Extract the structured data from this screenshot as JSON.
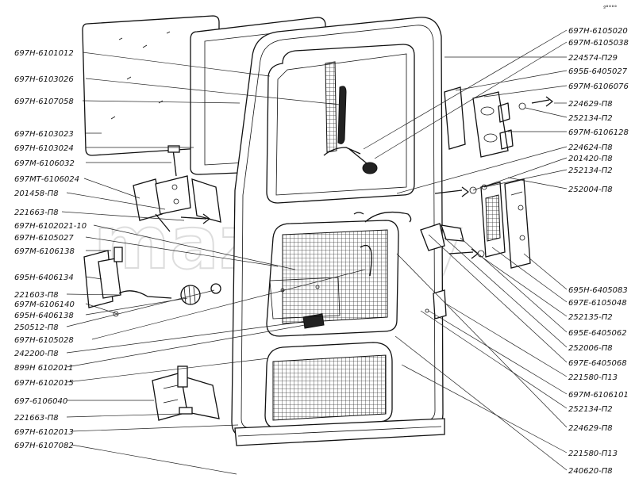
{
  "labels_left": [
    "697Н-6101012",
    "697Н-6103026",
    "697Н-6107058",
    "697Н-6103023",
    "697Н-6103024",
    "697М-6106032",
    "697МТ-6106024",
    "201458-П8",
    "221663-П8",
    "697Н-6102021-10",
    "697Н-6105027",
    "697М-6106138",
    "695Н-6406134",
    "221603-П8",
    "697М-6106140",
    "695Н-6406138",
    "250512-П8",
    "697Н-6105028",
    "242200-П8",
    "899Н 6102011",
    "697Н-6102015",
    "697-6106040",
    "221663-П8",
    "697Н-6102013",
    "697Н-6107082"
  ],
  "labels_right": [
    "697Н-6105020",
    "697М-6105038",
    "224574-П29",
    "695Б-6405027",
    "697М-6106076",
    "224629-П8",
    "252134-П2",
    "697М-6106128",
    "224624-П8",
    "201420-П8",
    "252134-П2",
    "252004-П8",
    "695Н-6405083",
    "697Е-6105048",
    "252135-П2",
    "695Е-6405062",
    "252006-П8",
    "697Е-6405068",
    "221580-П13",
    "697М-6106101",
    "252134-П2",
    "224629-П8",
    "221580-П13",
    "240620-П8"
  ],
  "watermark": "mazik.by",
  "corner_mark": "º°°°°"
}
